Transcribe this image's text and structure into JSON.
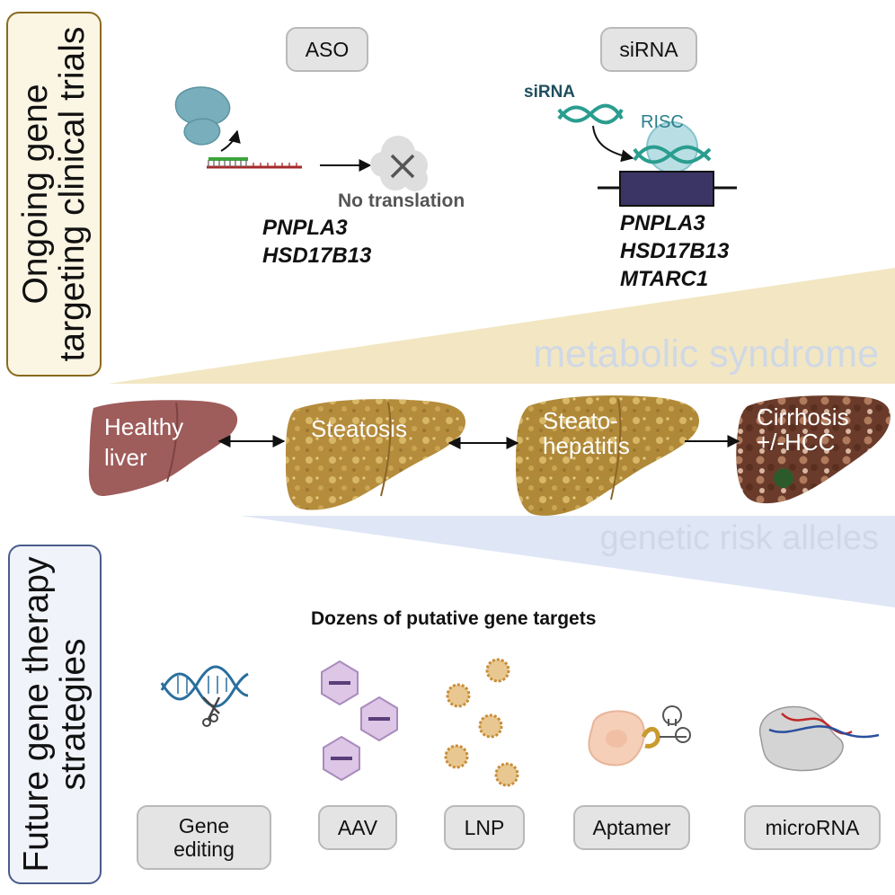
{
  "panels": {
    "top_label": "Ongoing gene targeting clinical trials",
    "bottom_label": "Future gene therapy strategies"
  },
  "aso": {
    "pill": "ASO",
    "outcome": "No translation",
    "genes": [
      "PNPLA3",
      "HSD17B13"
    ]
  },
  "sirna": {
    "pill": "siRNA",
    "strand_label": "siRNA",
    "complex_label": "RISC",
    "genes": [
      "PNPLA3",
      "HSD17B13",
      "MTARC1"
    ]
  },
  "gradients": {
    "top": "metabolic syndrome",
    "bottom": "genetic risk alleles"
  },
  "stages": [
    {
      "label_lines": [
        "Healthy",
        "liver"
      ]
    },
    {
      "label_lines": [
        "Steatosis"
      ]
    },
    {
      "label_lines": [
        "Steato-",
        "hepatitis"
      ]
    },
    {
      "label_lines": [
        "Cirrhosis",
        "+/-HCC"
      ]
    }
  ],
  "future": {
    "heading": "Dozens of putative gene targets",
    "strategies": [
      {
        "label": "Gene editing",
        "icon": "dna-scissors-icon"
      },
      {
        "label": "AAV",
        "icon": "aav-capsid-icon"
      },
      {
        "label": "LNP",
        "icon": "lipid-nanoparticle-icon"
      },
      {
        "label": "Aptamer",
        "icon": "aptamer-cell-icon"
      },
      {
        "label": "microRNA",
        "icon": "mirna-target-icon"
      }
    ]
  },
  "colors": {
    "top_border": "#8a6a1f",
    "top_fill": "#fbf5e3",
    "bottom_border": "#4a5c8c",
    "bottom_fill": "#f1f3fb",
    "top_wedge": "#f2e7c2",
    "bottom_wedge": "#dfe6f6",
    "healthy_liver": "#9e5c5b",
    "steatotic_liver": "#b58c3c",
    "cirrhotic_liver": "#6a3b2a",
    "target_gene_box": "#3b3566",
    "sirna_strand": "#2a9d8f"
  }
}
